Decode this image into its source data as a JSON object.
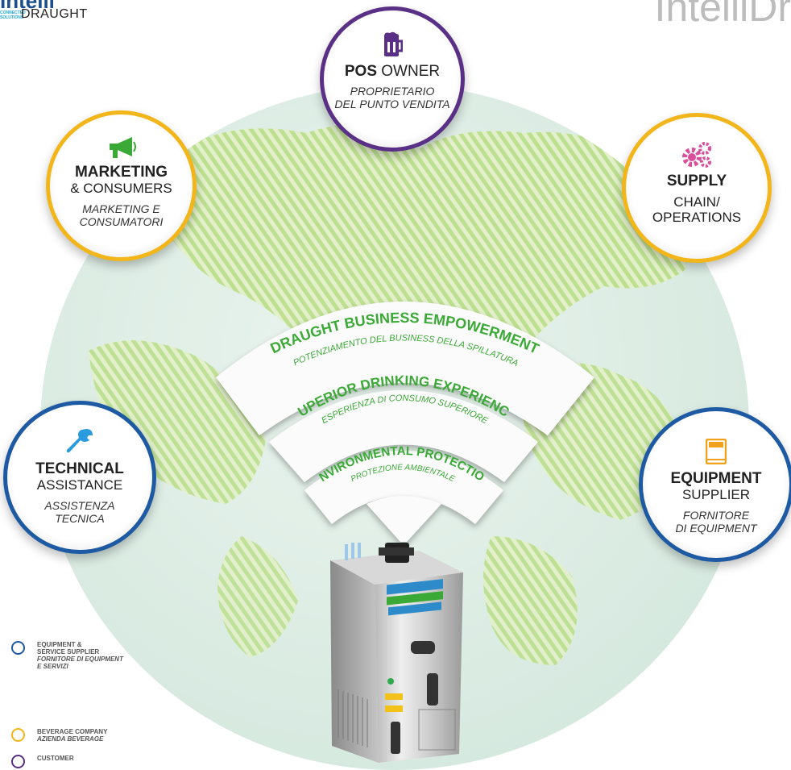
{
  "logo_left": {
    "main": "Intelli",
    "small": "CONNECTED SOLUTIONS",
    "draught": "DRAUGHT"
  },
  "logo_right": "IntelliDr",
  "circles": {
    "pos": {
      "bold": "POS",
      "rest": " OWNER",
      "sub1": "PROPRIETARIO",
      "sub2": "DEL PUNTO VENDITA",
      "icon": "beer-mug-icon"
    },
    "marketing": {
      "bold": "MARKETING",
      "rest": "& CONSUMERS",
      "sub1": "MARKETING E",
      "sub2": "CONSUMATORI",
      "icon": "megaphone-icon"
    },
    "supply": {
      "bold": "SUPPLY",
      "line1": "CHAIN/",
      "line2": "OPERATIONS",
      "icon": "gears-icon"
    },
    "technical": {
      "bold": "TECHNICAL",
      "rest": "ASSISTANCE",
      "sub1": "ASSISTENZA",
      "sub2": "TECNICA",
      "icon": "wrench-icon"
    },
    "equipment": {
      "bold": "EQUIPMENT",
      "rest": "SUPPLIER",
      "sub1": "FORNITORE",
      "sub2": "DI EQUIPMENT",
      "icon": "cooler-icon"
    }
  },
  "arcs": [
    {
      "title": "DRAUGHT BUSINESS EMPOWERMENT",
      "sub": "POTENZIAMENTO DEL BUSINESS DELLA SPILLATURA"
    },
    {
      "title": "SUPERIOR DRINKING EXPERIENCE",
      "sub": "ESPERIENZA DI CONSUMO SUPERIORE"
    },
    {
      "title": "ENVIRONMENTAL PROTECTION",
      "sub": "PROTEZIONE AMBIENTALE"
    }
  ],
  "legend": [
    {
      "l1": "EQUIPMENT &",
      "l2": "SERVICE SUPPLIER",
      "i1": "FORNITORE DI EQUIPMENT",
      "i2": "E SERVIZI",
      "color": "#1e5aa3"
    },
    {
      "l1": "BEVERAGE COMPANY",
      "i1": "AZIENDA BEVERAGE",
      "color": "#f2b51a"
    },
    {
      "l1": "CUSTOMER",
      "color": "#5a2f86"
    }
  ],
  "colors": {
    "purple": "#5a2f86",
    "yellow": "#f2b51a",
    "blue": "#1e5aa3",
    "green": "#3aa935",
    "pink": "#d94f9b",
    "orange": "#f2a11a",
    "globe": "#dbece3"
  }
}
